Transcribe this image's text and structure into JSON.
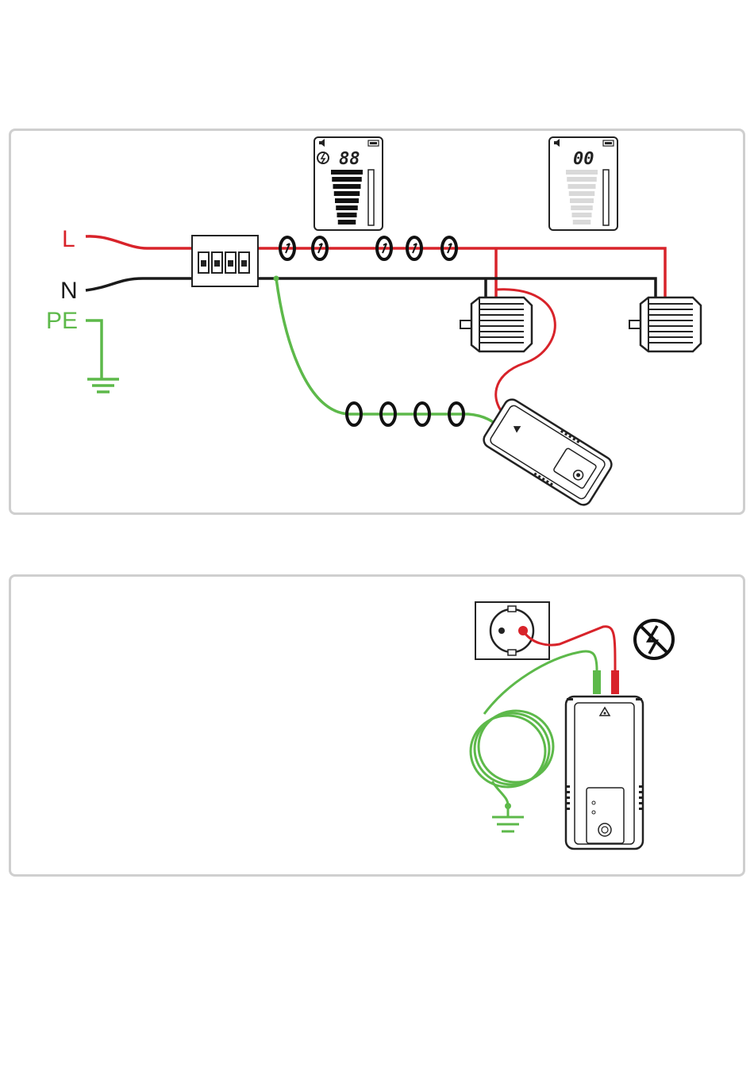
{
  "labels": {
    "line": "L",
    "neutral": "N",
    "protective_earth": "PE"
  },
  "displays": {
    "receiver_near": {
      "digits": "88",
      "bar_level": 1.0
    },
    "receiver_far": {
      "digits": "00",
      "bar_level": 0.0
    }
  },
  "colors": {
    "line": "#d8232a",
    "neutral": "#1a1a1a",
    "earth": "#5db94a",
    "panel_border": "#cfcfcf"
  },
  "icons": {
    "no_live_voltage": "no-voltage-icon",
    "ground": "ground-icon",
    "current_clamp": "clamp-icon"
  }
}
